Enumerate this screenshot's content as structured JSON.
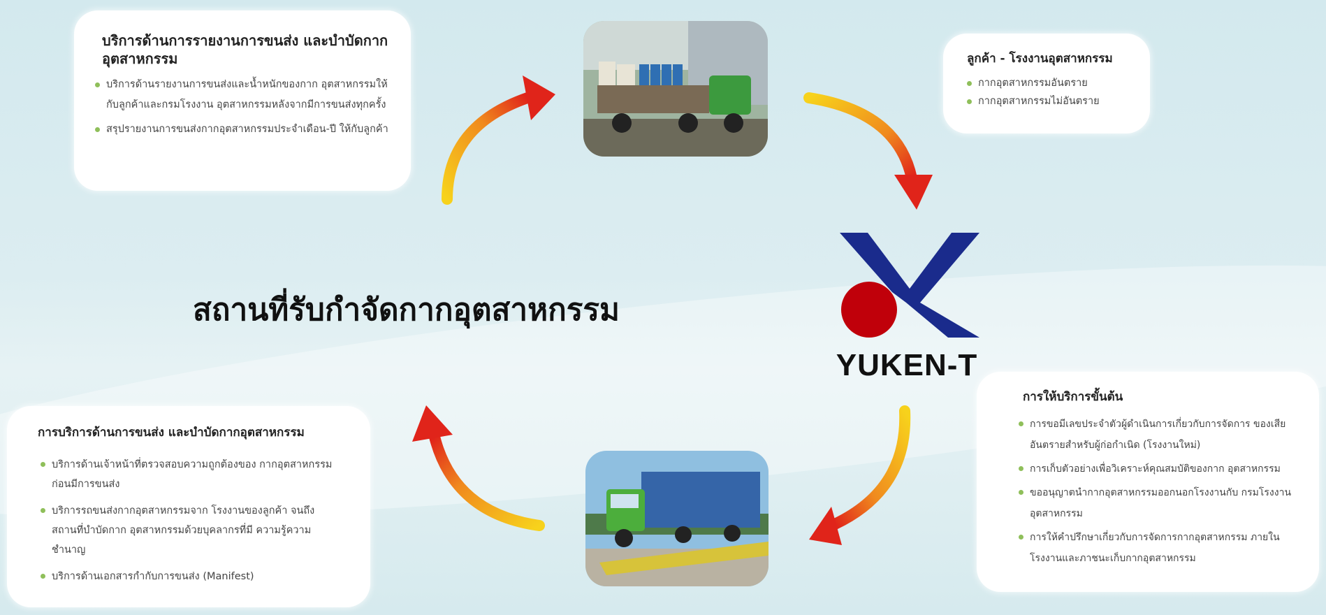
{
  "title": "สถานที่รับกำจัดกากอุตสาหกรรม",
  "logo": {
    "text": "YUKEN-T",
    "red": "#c0000a",
    "blue": "#1a2b8c"
  },
  "boxes": {
    "top_left": {
      "heading": "บริการด้านการรายงานการขนส่ง และบำบัดกากอุตสาหกรรม",
      "items": [
        "บริการด้านรายงานการขนส่งและน้ำหนักของกาก อุตสาหกรรมให้กับลูกค้าและกรมโรงงาน อุตสาหกรรมหลังจากมีการขนส่งทุกครั้ง",
        "สรุปรายงานการขนส่งกากอุตสาหกรรมประจำเดือน-ปี ให้กับลูกค้า"
      ]
    },
    "top_right": {
      "heading": "ลูกค้า - โรงงานอุตสาหกรรม",
      "items": [
        "กากอุตสาหกรรมอันตราย",
        "กากอุตสาหกรรมไม่อันตราย"
      ]
    },
    "bottom_left": {
      "heading": "การบริการด้านการขนส่ง และบำบัดกากอุตสาหกรรม",
      "items": [
        "บริการด้านเจ้าหน้าที่ตรวจสอบความถูกต้องของ กากอุตสาหกรรม ก่อนมีการขนส่ง",
        "บริการรถขนส่งกากอุตสาหกรรมจาก โรงงานของลูกค้า จนถึงสถานที่บำบัดกาก อุตสาหกรรมด้วยบุคลากรที่มี ความรู้ความชำนาญ",
        "บริการด้านเอกสารกำกับการขนส่ง (Manifest)"
      ]
    },
    "bottom_right": {
      "heading": "การให้บริการขั้นต้น",
      "items": [
        "การขอมีเลขประจำตัวผู้ดำเนินการเกี่ยวกับการจัดการ ของเสียอันตรายสำหรับผู้ก่อกำเนิด (โรงงานใหม่)",
        "การเก็บตัวอย่างเพื่อวิเคราะห์คุณสมบัติของกาก อุตสาหกรรม",
        "ขออนุญาตนำกากอุตสาหกรรมออกนอกโรงงานกับ กรมโรงงานอุตสาหกรรม",
        "การให้คำปรึกษาเกี่ยวกับการจัดการกากอุตสาหกรรม ภายในโรงงานและภาชนะเก็บกากอุตสาหกรรม"
      ]
    }
  },
  "colors": {
    "bullet": "#8fbf5a",
    "arrow_start": "#f7d21c",
    "arrow_end": "#e0241a"
  }
}
